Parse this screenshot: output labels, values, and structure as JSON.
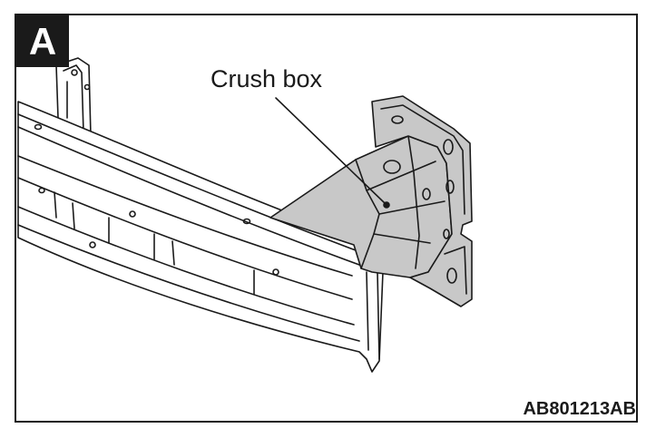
{
  "figure": {
    "panel_letter": "A",
    "callout_label": "Crush box",
    "figure_code": "AB801213AB"
  },
  "colors": {
    "line": "#1a1a1a",
    "crush_box_fill": "#c8c8c8",
    "background": "#ffffff"
  }
}
